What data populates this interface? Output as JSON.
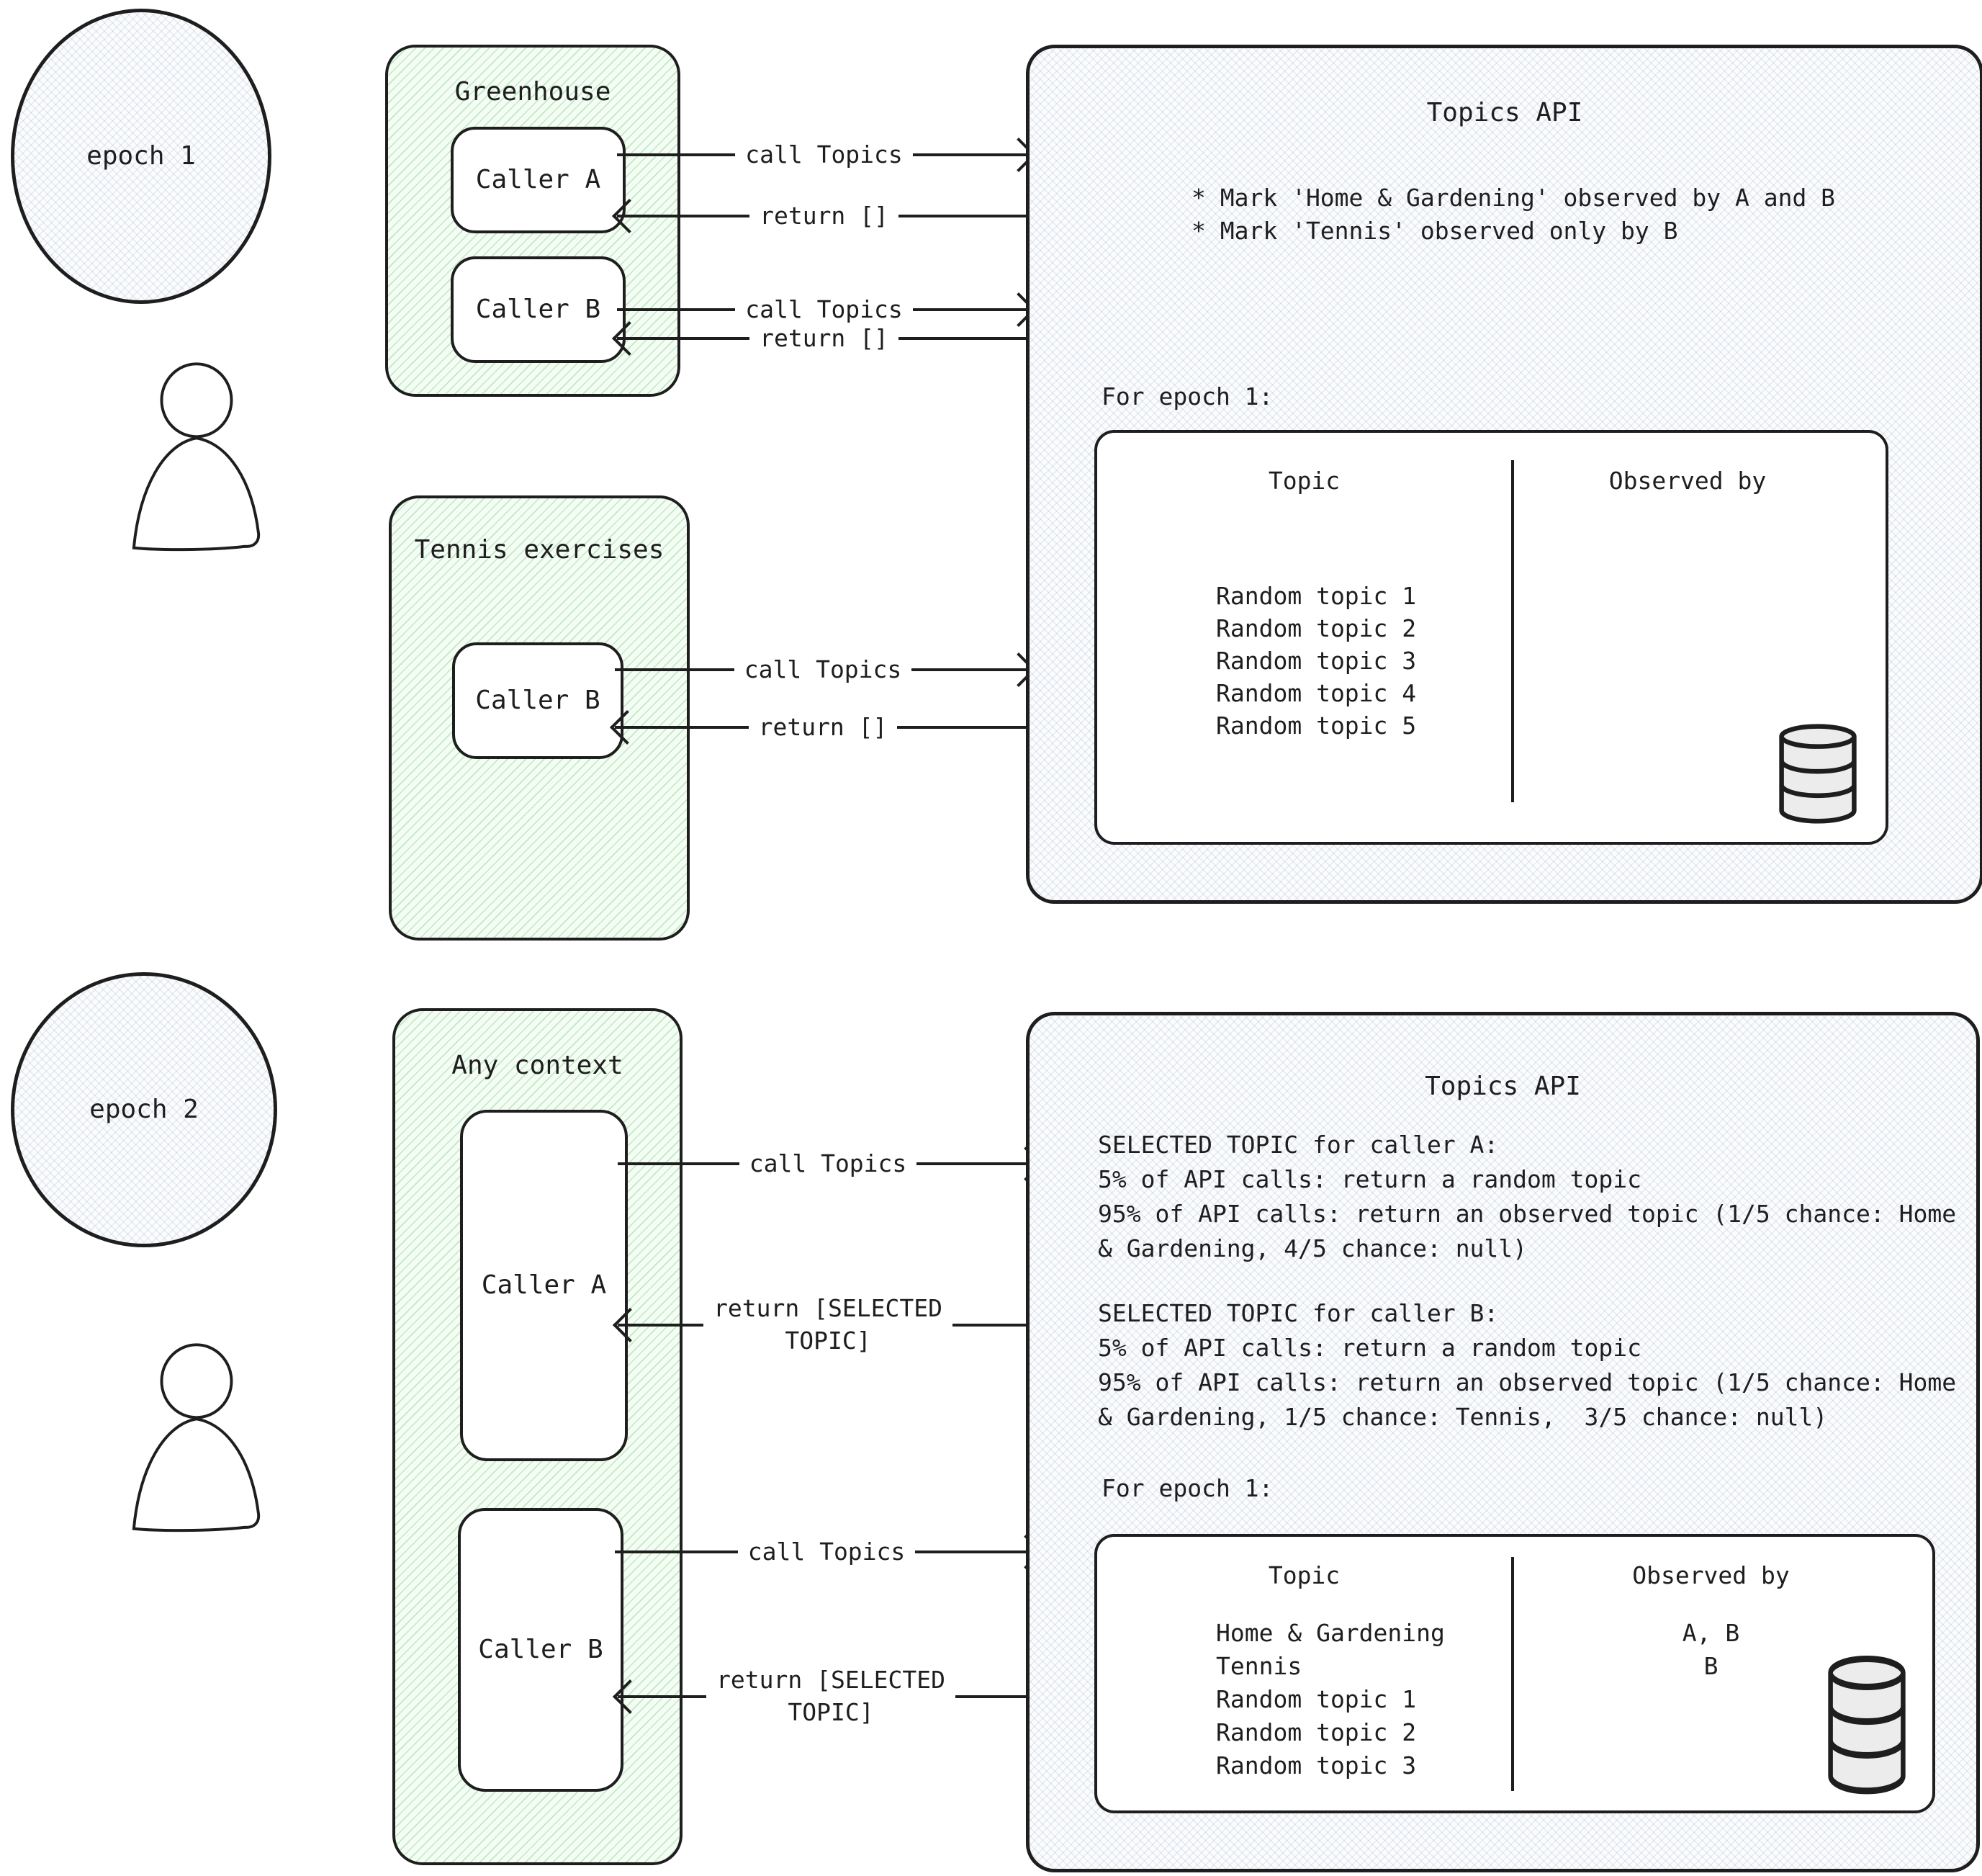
{
  "colors": {
    "stroke": "#1e1e1e",
    "green_accent": "#40c057",
    "green_fill": "#f4fcf4",
    "gray_fill": "#fbfcfd"
  },
  "icons": {
    "person": "person-silhouette-outline",
    "database": "database-cylinder"
  },
  "arrow_labels": {
    "call": "call Topics",
    "return_empty": "return []",
    "return_selected": "return [SELECTED\nTOPIC]"
  },
  "epoch1": {
    "label": "epoch 1",
    "greenhouse": {
      "title": "Greenhouse",
      "caller_a": "Caller A",
      "caller_b": "Caller B"
    },
    "tennis": {
      "title": "Tennis exercises",
      "caller_b": "Caller B"
    },
    "topics_api": {
      "title": "Topics API",
      "bullets": [
        "* Mark 'Home & Gardening' observed by A and B",
        "* Mark 'Tennis' observed only by B"
      ],
      "for_epoch_label": "For epoch 1:",
      "table": {
        "topic_header": "Topic",
        "observed_header": "Observed by",
        "rows": [
          {
            "topic": "Random topic 1",
            "observed": ""
          },
          {
            "topic": "Random topic 2",
            "observed": ""
          },
          {
            "topic": "Random topic 3",
            "observed": ""
          },
          {
            "topic": "Random topic 4",
            "observed": ""
          },
          {
            "topic": "Random topic 5",
            "observed": ""
          }
        ]
      }
    }
  },
  "epoch2": {
    "label": "epoch 2",
    "any_context": {
      "title": "Any context",
      "caller_a": "Caller A",
      "caller_b": "Caller B"
    },
    "topics_api": {
      "title": "Topics API",
      "rules_a": [
        "SELECTED TOPIC for caller A:",
        "5% of API calls: return a random topic",
        "95% of API calls: return an observed topic (1/5 chance: Home",
        "& Gardening, 4/5 chance: null)"
      ],
      "rules_b": [
        "SELECTED TOPIC for caller B:",
        "5% of API calls: return a random topic",
        "95% of API calls: return an observed topic (1/5 chance: Home",
        "& Gardening, 1/5 chance: Tennis,  3/5 chance: null)"
      ],
      "for_epoch_label": "For epoch 1:",
      "table": {
        "topic_header": "Topic",
        "observed_header": "Observed by",
        "rows": [
          {
            "topic": "Home & Gardening",
            "observed": "A, B"
          },
          {
            "topic": "Tennis",
            "observed": "B"
          },
          {
            "topic": "Random topic 1",
            "observed": ""
          },
          {
            "topic": "Random topic 2",
            "observed": ""
          },
          {
            "topic": "Random topic 3",
            "observed": ""
          }
        ]
      }
    }
  }
}
